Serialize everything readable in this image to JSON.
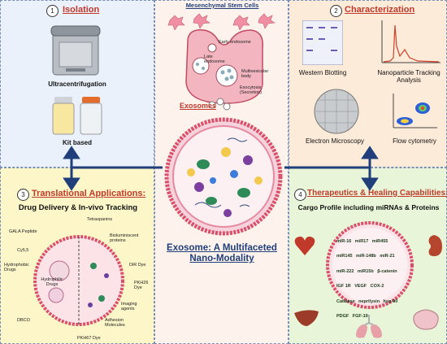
{
  "isolation": {
    "number": "1",
    "title": "Isolation",
    "ultracentrifugation": "Ultracentrifugation",
    "kit": "Kit based"
  },
  "msc": {
    "title": "Mesenchymal Stem Cells",
    "early_endosome": "Early endosome",
    "late_endosome": "Late endosome",
    "mvb": "Multivesicular body",
    "exocytosis": "Exocytosis (Secretion)",
    "exosomes": "Exosomes",
    "main_title": "Exosome: A Multifaceted Nano-Modality"
  },
  "characterization": {
    "number": "2",
    "title": "Characterization",
    "western": "Western Blotting",
    "nta": "Nanoparticle Tracking Analysis",
    "em": "Electron Microscopy",
    "flow": "Flow cytometry"
  },
  "translational": {
    "number": "3",
    "title": "Translational Applications:",
    "subtitle": "Drug Delivery & In-vivo Tracking",
    "labels": {
      "gala": "GALA Peptide",
      "cy": "Cy5,5",
      "hydrophobic": "Hydrophobic Drugs",
      "hydrophilic": "Hydrophilic Drugs",
      "dbco": "DBCO",
      "tetraspanins": "Tetraspanins",
      "biolum": "Bioluminiscent proteins",
      "dir": "DiR Dye",
      "pkh26": "PKH26 Dye",
      "imaging": "Imaging agents",
      "adhesion": "Adhesion Molecules",
      "pkh67": "PKH67 Dye"
    }
  },
  "therapeutics": {
    "number": "4",
    "title": "Therapeutics & Healing Capabilities:",
    "subtitle": "Cargo Profile including miRNAs & Proteins",
    "cargo": [
      "miR-16",
      "miR17",
      "miR455",
      "miR145",
      "miR-148b",
      "miR-21",
      "miR-222",
      "miR15b",
      "β-catenin",
      "IGF 1R",
      "VEGF",
      "COX-2",
      "Catalase",
      "neprilysin",
      "hsp-90",
      "PDGF",
      "FGF-19"
    ]
  },
  "colors": {
    "title_red": "#c0392b",
    "main_title_blue": "#1f3e7a",
    "arrow_blue": "#1f3e7a"
  }
}
